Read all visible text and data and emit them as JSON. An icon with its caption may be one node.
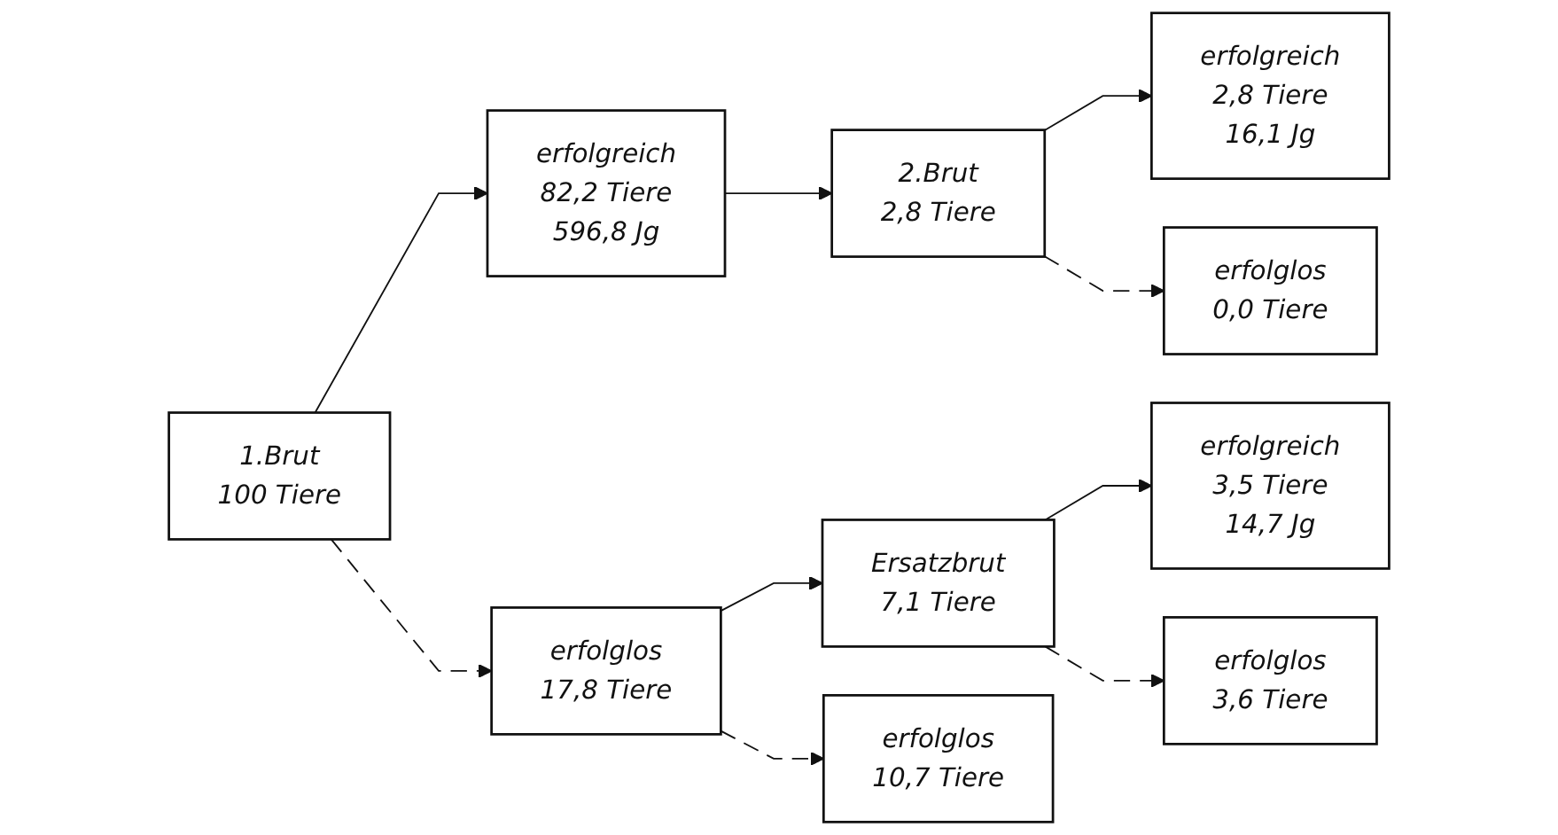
{
  "diagram": {
    "nodes": [
      {
        "text": [
          "1.Brut",
          "100 Tiere"
        ]
      },
      {
        "text": [
          "erfolgreich",
          "82,2 Tiere",
          "596,8 Jg"
        ]
      },
      {
        "text": [
          "2.Brut",
          "2,8 Tiere"
        ]
      },
      {
        "text": [
          "erfolgreich",
          "2,8 Tiere",
          "16,1 Jg"
        ]
      },
      {
        "text": [
          "erfolgreich",
          "3,5 Tiere",
          "14,7 Jg"
        ]
      },
      {
        "text": [
          "erfolglos",
          "17,8 Tiere"
        ]
      },
      {
        "text": [
          "Ersatzbrut",
          "7,1 Tiere"
        ]
      },
      {
        "text": [
          "erfolglos",
          "10,7 Tiere"
        ]
      },
      {
        "text": [
          "erfolglos",
          "3,6 Tiere"
        ]
      },
      {
        "text": [
          "erfolglos",
          "0,0 Tiere"
        ]
      }
    ],
    "edges": [
      {
        "from": 0,
        "to": 1,
        "arrow": "to"
      },
      {
        "from": 0,
        "to": 5,
        "arrow": "to",
        "style": "dashed"
      },
      {
        "from": 1,
        "to": 2,
        "arrow": "to"
      },
      {
        "from": 2,
        "to": 3,
        "arrow": "to"
      },
      {
        "from": 2,
        "to": 9,
        "arrow": "to",
        "style": "dashed"
      },
      {
        "from": 5,
        "to": 6,
        "arrow": "to"
      },
      {
        "from": 5,
        "to": 7,
        "arrow": "to",
        "style": "dashed"
      },
      {
        "from": 6,
        "to": 4,
        "arrow": "to"
      },
      {
        "from": 6,
        "to": 8,
        "arrow": "to",
        "style": "dashed"
      }
    ]
  }
}
